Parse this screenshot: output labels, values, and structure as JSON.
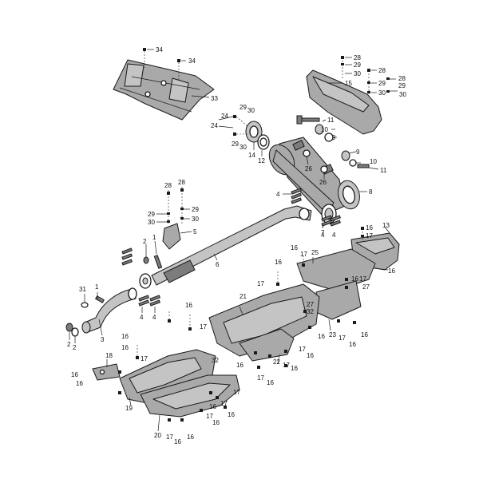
{
  "diagram": {
    "callouts": [
      {
        "id": "c1",
        "text": "34"
      },
      {
        "id": "c2",
        "text": "34"
      },
      {
        "id": "c3",
        "text": "33"
      },
      {
        "id": "c4",
        "text": "28"
      },
      {
        "id": "c5",
        "text": "29"
      },
      {
        "id": "c6",
        "text": "30"
      },
      {
        "id": "c7",
        "text": "28"
      },
      {
        "id": "c8",
        "text": "15"
      },
      {
        "id": "c9",
        "text": "28"
      },
      {
        "id": "c10",
        "text": "29"
      },
      {
        "id": "c11",
        "text": "29"
      },
      {
        "id": "c12",
        "text": "30"
      },
      {
        "id": "c13",
        "text": "30"
      },
      {
        "id": "c14",
        "text": "29"
      },
      {
        "id": "c15",
        "text": "30"
      },
      {
        "id": "c16",
        "text": "24"
      },
      {
        "id": "c17",
        "text": "24"
      },
      {
        "id": "c18",
        "text": "11"
      },
      {
        "id": "c19",
        "text": "10"
      },
      {
        "id": "c20",
        "text": "9"
      },
      {
        "id": "c21",
        "text": "29"
      },
      {
        "id": "c22",
        "text": "30"
      },
      {
        "id": "c23",
        "text": "14"
      },
      {
        "id": "c24",
        "text": "12"
      },
      {
        "id": "c25",
        "text": "26"
      },
      {
        "id": "c26",
        "text": "9"
      },
      {
        "id": "c27",
        "text": "10"
      },
      {
        "id": "c28",
        "text": "11"
      },
      {
        "id": "c29",
        "text": "26"
      },
      {
        "id": "c30",
        "text": "8"
      },
      {
        "id": "c31",
        "text": "28"
      },
      {
        "id": "c32",
        "text": "28"
      },
      {
        "id": "c33",
        "text": "29"
      },
      {
        "id": "c34",
        "text": "30"
      },
      {
        "id": "c35",
        "text": "29"
      },
      {
        "id": "c36",
        "text": "30"
      },
      {
        "id": "c37",
        "text": "4"
      },
      {
        "id": "c38",
        "text": "7"
      },
      {
        "id": "c39",
        "text": "4"
      },
      {
        "id": "c40",
        "text": "4"
      },
      {
        "id": "c41",
        "text": "5"
      },
      {
        "id": "c42",
        "text": "6"
      },
      {
        "id": "c43",
        "text": "2"
      },
      {
        "id": "c44",
        "text": "1"
      },
      {
        "id": "c45",
        "text": "31"
      },
      {
        "id": "c46",
        "text": "1"
      },
      {
        "id": "c47",
        "text": "4"
      },
      {
        "id": "c48",
        "text": "4"
      },
      {
        "id": "c49",
        "text": "2"
      },
      {
        "id": "c50",
        "text": "2"
      },
      {
        "id": "c51",
        "text": "3"
      },
      {
        "id": "c52",
        "text": "13"
      },
      {
        "id": "c53",
        "text": "16"
      },
      {
        "id": "c54",
        "text": "17"
      },
      {
        "id": "c55",
        "text": "16"
      },
      {
        "id": "c56",
        "text": "16"
      },
      {
        "id": "c57",
        "text": "17"
      },
      {
        "id": "c58",
        "text": "25"
      },
      {
        "id": "c59",
        "text": "16"
      },
      {
        "id": "c60",
        "text": "17"
      },
      {
        "id": "c61",
        "text": "27"
      },
      {
        "id": "c62",
        "text": "21"
      },
      {
        "id": "c63",
        "text": "27"
      },
      {
        "id": "c64",
        "text": "32"
      },
      {
        "id": "c65",
        "text": "16"
      },
      {
        "id": "c66",
        "text": "17"
      },
      {
        "id": "c67",
        "text": "16"
      },
      {
        "id": "c68",
        "text": "17"
      },
      {
        "id": "c69",
        "text": "23"
      },
      {
        "id": "c70",
        "text": "17"
      },
      {
        "id": "c71",
        "text": "16"
      },
      {
        "id": "c72",
        "text": "16"
      },
      {
        "id": "c73",
        "text": "16"
      },
      {
        "id": "c74",
        "text": "17"
      },
      {
        "id": "c75",
        "text": "16"
      },
      {
        "id": "c76",
        "text": "22"
      },
      {
        "id": "c77",
        "text": "16"
      },
      {
        "id": "c78",
        "text": "17"
      },
      {
        "id": "c79",
        "text": "16"
      },
      {
        "id": "c80",
        "text": "17"
      },
      {
        "id": "c81",
        "text": "16"
      },
      {
        "id": "c82",
        "text": "32"
      },
      {
        "id": "c83",
        "text": "16"
      },
      {
        "id": "c84",
        "text": "17"
      },
      {
        "id": "c85",
        "text": "16"
      },
      {
        "id": "c86",
        "text": "18"
      },
      {
        "id": "c87",
        "text": "16"
      },
      {
        "id": "c88",
        "text": "16"
      },
      {
        "id": "c89",
        "text": "19"
      },
      {
        "id": "c90",
        "text": "17"
      },
      {
        "id": "c91",
        "text": "16"
      },
      {
        "id": "c92",
        "text": "17"
      },
      {
        "id": "c93",
        "text": "16"
      },
      {
        "id": "c94",
        "text": "17"
      },
      {
        "id": "c95",
        "text": "16"
      },
      {
        "id": "c96",
        "text": "20"
      },
      {
        "id": "c97",
        "text": "17"
      },
      {
        "id": "c98",
        "text": "16"
      },
      {
        "id": "c99",
        "text": "16"
      }
    ]
  }
}
